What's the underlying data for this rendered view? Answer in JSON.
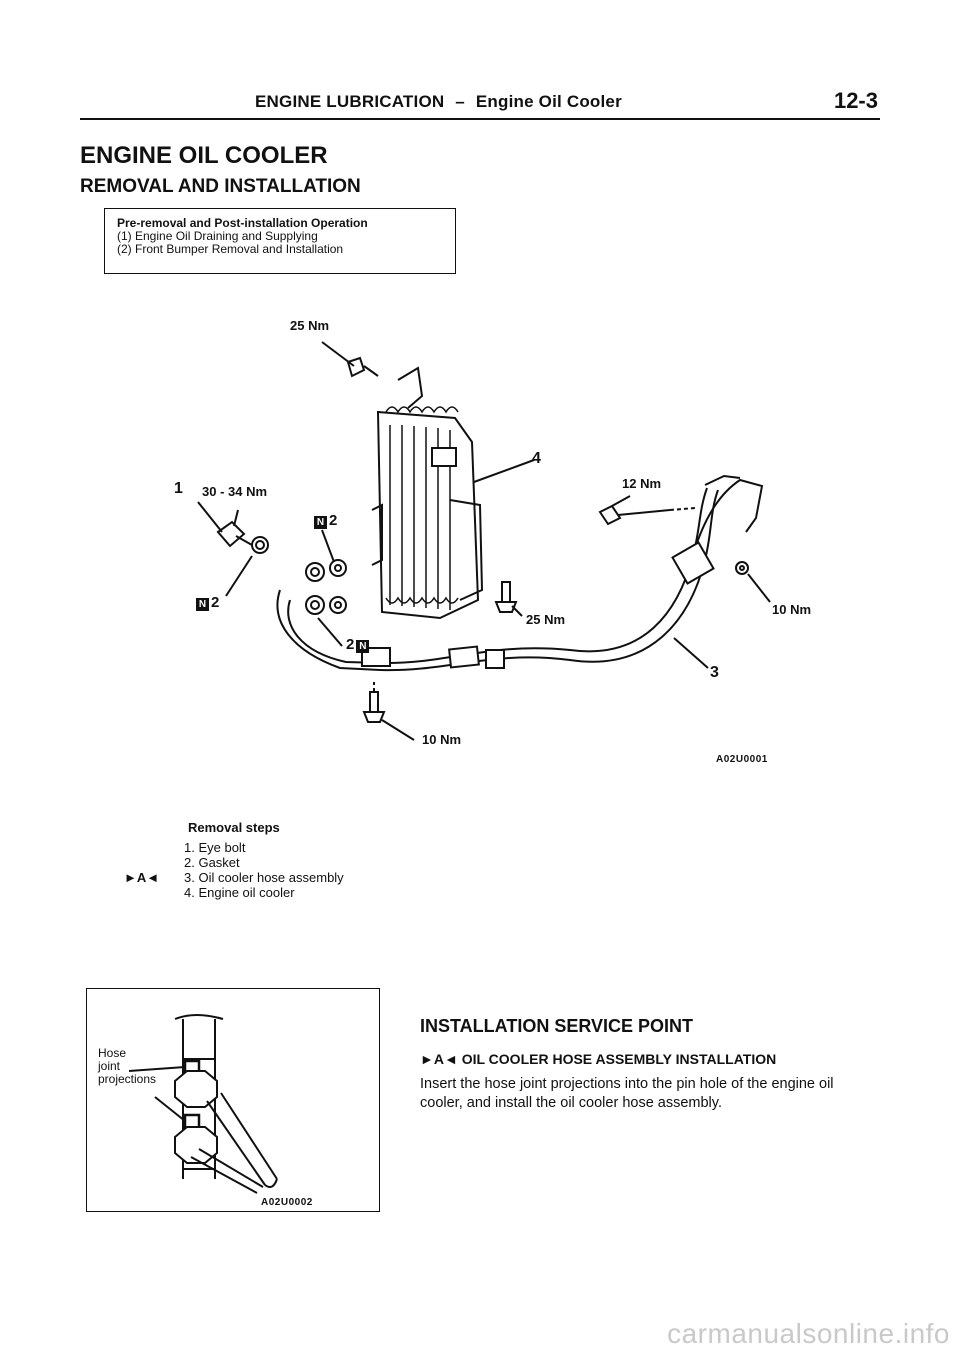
{
  "header": {
    "title": "ENGINE LUBRICATION",
    "separator": "–",
    "section": "Engine Oil Cooler",
    "page": "12-3"
  },
  "title": "ENGINE OIL COOLER",
  "subtitle": "REMOVAL AND INSTALLATION",
  "pre_box": {
    "heading": "Pre-removal and Post-installation Operation",
    "lines": [
      "(1) Engine Oil Draining and Supplying",
      "(2) Front Bumper Removal and Installation"
    ]
  },
  "diagram1": {
    "code": "A02U0001",
    "labels": {
      "torque_top": "25 Nm",
      "part_1": "1",
      "torque_eye": "30 - 34 Nm",
      "gasket_a": "2",
      "gasket_b": "2",
      "gasket_c": "2",
      "part_4": "4",
      "torque_12": "12 Nm",
      "torque_25b": "25 Nm",
      "torque_10r": "10 Nm",
      "part_3": "3",
      "torque_10b": "10 Nm"
    },
    "new_part_mark": "N"
  },
  "removal": {
    "heading": "Removal steps",
    "marker": "►A◄",
    "steps": [
      "1. Eye bolt",
      "2. Gasket",
      "3. Oil cooler hose assembly",
      "4. Engine oil cooler"
    ]
  },
  "diagram2": {
    "label_lines": [
      "Hose",
      "joint",
      "projections"
    ],
    "code": "A02U0002"
  },
  "service": {
    "title": "INSTALLATION SERVICE POINT",
    "marker": "►A◄",
    "subtitle": "OIL COOLER HOSE ASSEMBLY INSTALLATION",
    "text": "Insert the hose joint projections into the pin hole of the engine oil cooler, and install the oil cooler hose assembly."
  },
  "watermark": "carmanualsonline.info"
}
